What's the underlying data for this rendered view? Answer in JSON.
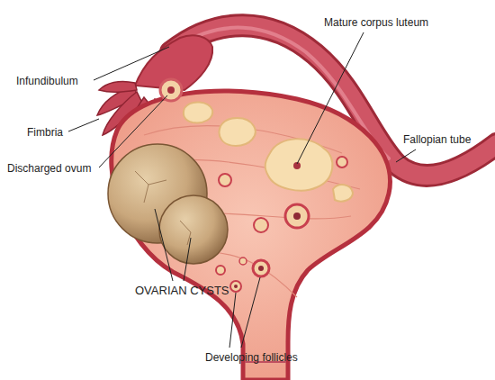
{
  "diagram": {
    "labels": [
      "Infundibulum",
      "Fimbria",
      "Discharged ovum",
      "Mature corpus luteum",
      "Fallopian tube",
      "OVARIAN CYSTS",
      "Developing follicles"
    ]
  }
}
